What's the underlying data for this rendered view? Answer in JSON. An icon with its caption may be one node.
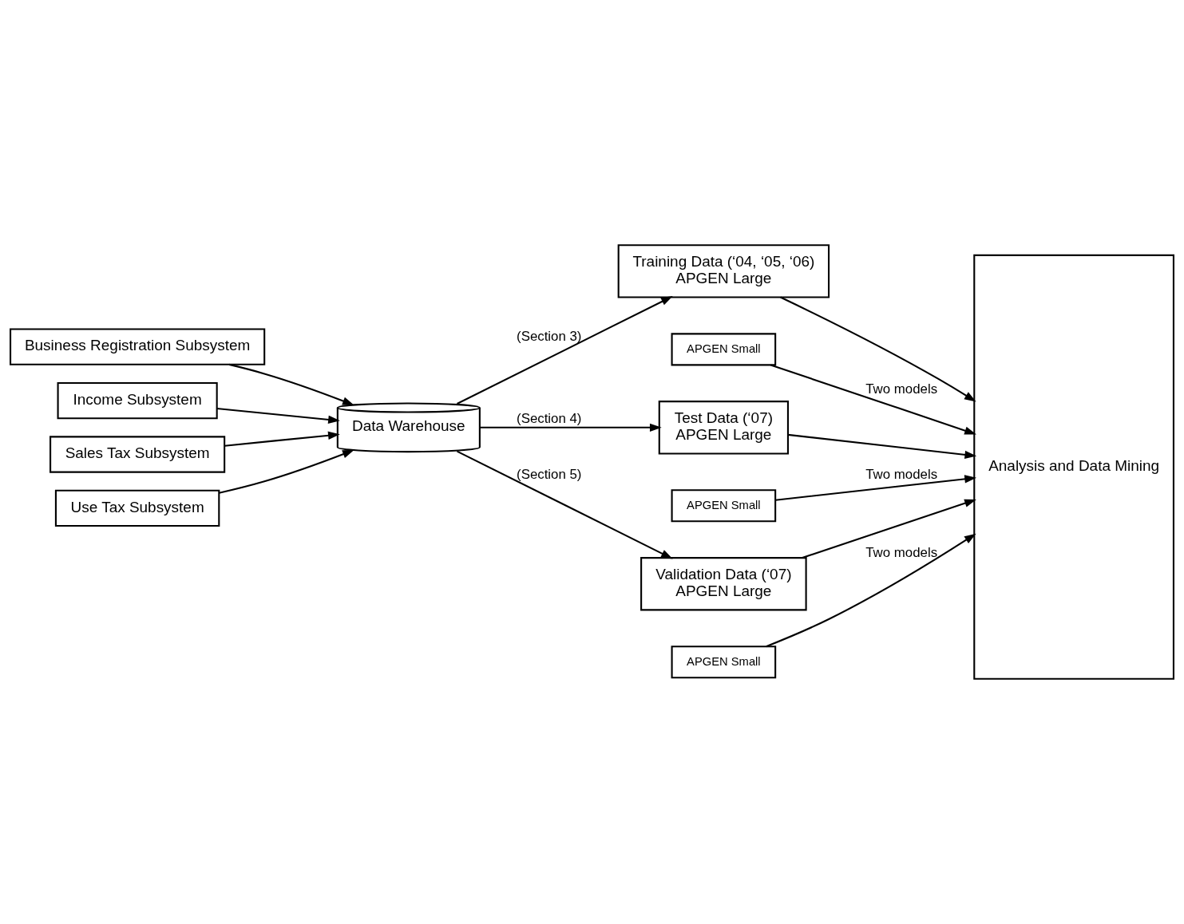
{
  "diagram": {
    "nodes": [
      {
        "text": [
          "Business Registration Subsystem"
        ]
      },
      {
        "text": [
          "Income Subsystem"
        ]
      },
      {
        "text": [
          "Sales Tax Subsystem"
        ]
      },
      {
        "text": [
          "Use Tax Subsystem"
        ]
      },
      {
        "text": [
          "Data Warehouse"
        ]
      },
      {
        "text": [
          "Training Data (‘04, ‘05, ‘06)",
          "APGEN Large"
        ]
      },
      {
        "text": [
          "APGEN Small"
        ]
      },
      {
        "text": [
          "Test Data (‘07)",
          "APGEN Large"
        ]
      },
      {
        "text": [
          "APGEN Small"
        ]
      },
      {
        "text": [
          "Validation Data (‘07)",
          "APGEN Large"
        ]
      },
      {
        "text": [
          "APGEN Small"
        ]
      },
      {
        "text": [
          "Analysis and Data Mining"
        ]
      }
    ],
    "edges": [
      {
        "from": 0,
        "to": 4,
        "arrow": "to"
      },
      {
        "from": 1,
        "to": 4,
        "arrow": "to"
      },
      {
        "from": 2,
        "to": 4,
        "arrow": "to"
      },
      {
        "from": 3,
        "to": 4,
        "arrow": "to"
      },
      {
        "from": 4,
        "to": 5,
        "arrow": "to",
        "label": "(Section 3)"
      },
      {
        "from": 4,
        "to": 7,
        "arrow": "to",
        "label": "(Section 4)"
      },
      {
        "from": 4,
        "to": 9,
        "arrow": "to",
        "label": "(Section 5)"
      },
      {
        "from": 5,
        "to": 11,
        "arrow": "to"
      },
      {
        "from": 6,
        "to": 11,
        "arrow": "to",
        "label": "Two models"
      },
      {
        "from": 7,
        "to": 11,
        "arrow": "to"
      },
      {
        "from": 8,
        "to": 11,
        "arrow": "to",
        "label": "Two models"
      },
      {
        "from": 9,
        "to": 11,
        "arrow": "to"
      },
      {
        "from": 10,
        "to": 11,
        "arrow": "to",
        "label": "Two models"
      }
    ]
  }
}
